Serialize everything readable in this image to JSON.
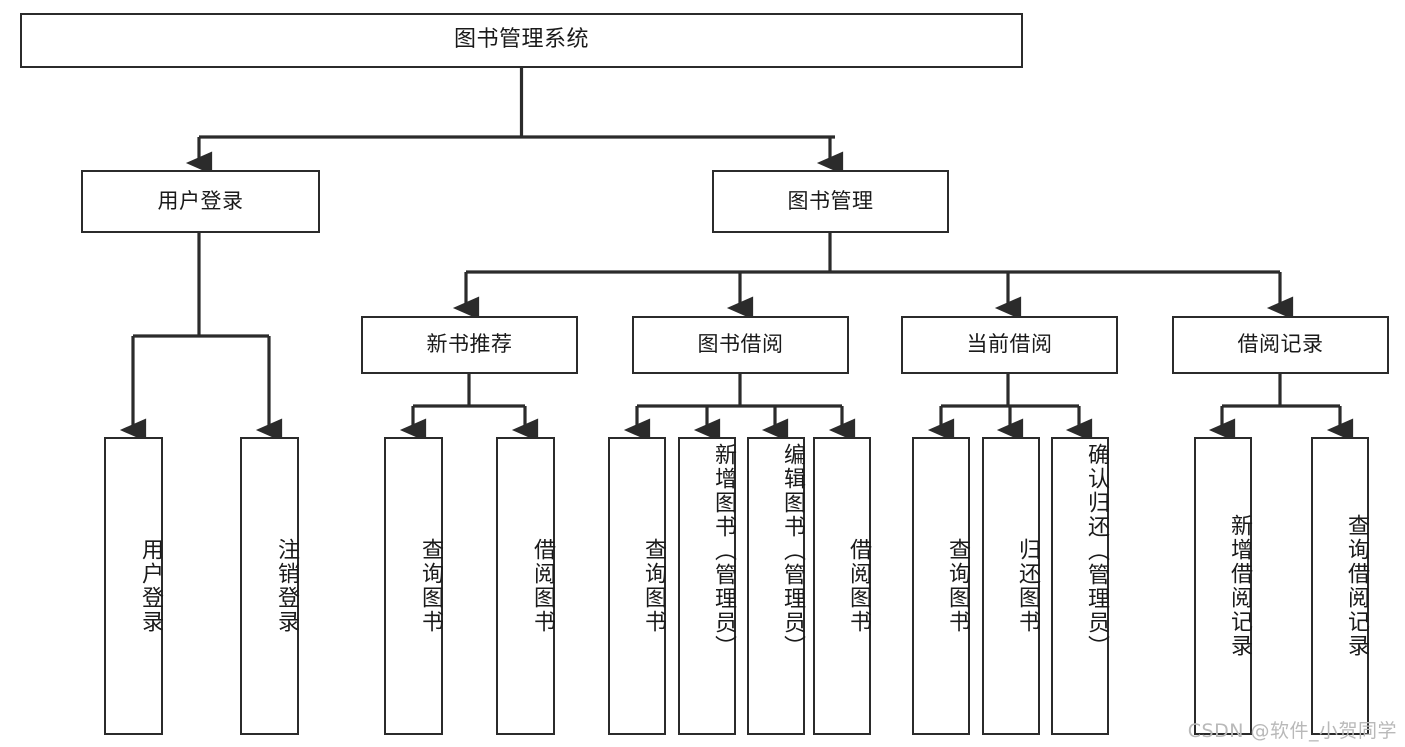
{
  "diagram": {
    "kind": "tree-hierarchy-chart",
    "title": "图书管理系统",
    "line_color": "#2b2b2b",
    "box_fill": "#ffffff",
    "text_color": "#1a1a1a",
    "watermark": "CSDN @软件_小贺同学"
  },
  "nodes": {
    "root": {
      "label": "图书管理系统"
    },
    "level2": [
      {
        "id": "user-login",
        "label": "用户登录"
      },
      {
        "id": "book-manage",
        "label": "图书管理"
      }
    ],
    "level3": [
      {
        "id": "new-book-recommend",
        "label": "新书推荐"
      },
      {
        "id": "book-borrow",
        "label": "图书借阅"
      },
      {
        "id": "current-borrow",
        "label": "当前借阅"
      },
      {
        "id": "borrow-record",
        "label": "借阅记录"
      }
    ],
    "leaves": {
      "user_login": [
        {
          "id": "leaf-user-login",
          "label": "用户登录"
        },
        {
          "id": "leaf-logout-login",
          "label": "注销登录"
        }
      ],
      "new_book_recommend": [
        {
          "id": "leaf-query-book-1",
          "label": "查询图书"
        },
        {
          "id": "leaf-borrow-book-1",
          "label": "借阅图书"
        }
      ],
      "book_borrow": [
        {
          "id": "leaf-query-book-2",
          "label": "查询图书"
        },
        {
          "id": "leaf-add-book",
          "label": "新增图书（管理员）"
        },
        {
          "id": "leaf-edit-book",
          "label": "编辑图书（管理员）"
        },
        {
          "id": "leaf-borrow-book-2",
          "label": "借阅图书"
        }
      ],
      "current_borrow": [
        {
          "id": "leaf-query-book-3",
          "label": "查询图书"
        },
        {
          "id": "leaf-return-book",
          "label": "归还图书"
        },
        {
          "id": "leaf-confirm-return",
          "label": "确认归还（管理员）"
        }
      ],
      "borrow_record": [
        {
          "id": "leaf-add-record",
          "label": "新增借阅记录"
        },
        {
          "id": "leaf-query-record",
          "label": "查询借阅记录"
        }
      ]
    }
  },
  "chart_data": {
    "type": "table",
    "title": "图书管理系统 功能结构图",
    "tree": {
      "name": "图书管理系统",
      "children": [
        {
          "name": "用户登录",
          "children": [
            {
              "name": "用户登录"
            },
            {
              "name": "注销登录"
            }
          ]
        },
        {
          "name": "图书管理",
          "children": [
            {
              "name": "新书推荐",
              "children": [
                {
                  "name": "查询图书"
                },
                {
                  "name": "借阅图书"
                }
              ]
            },
            {
              "name": "图书借阅",
              "children": [
                {
                  "name": "查询图书"
                },
                {
                  "name": "新增图书（管理员）"
                },
                {
                  "name": "编辑图书（管理员）"
                },
                {
                  "name": "借阅图书"
                }
              ]
            },
            {
              "name": "当前借阅",
              "children": [
                {
                  "name": "查询图书"
                },
                {
                  "name": "归还图书"
                },
                {
                  "name": "确认归还（管理员）"
                }
              ]
            },
            {
              "name": "借阅记录",
              "children": [
                {
                  "name": "新增借阅记录"
                },
                {
                  "name": "查询借阅记录"
                }
              ]
            }
          ]
        }
      ]
    }
  }
}
